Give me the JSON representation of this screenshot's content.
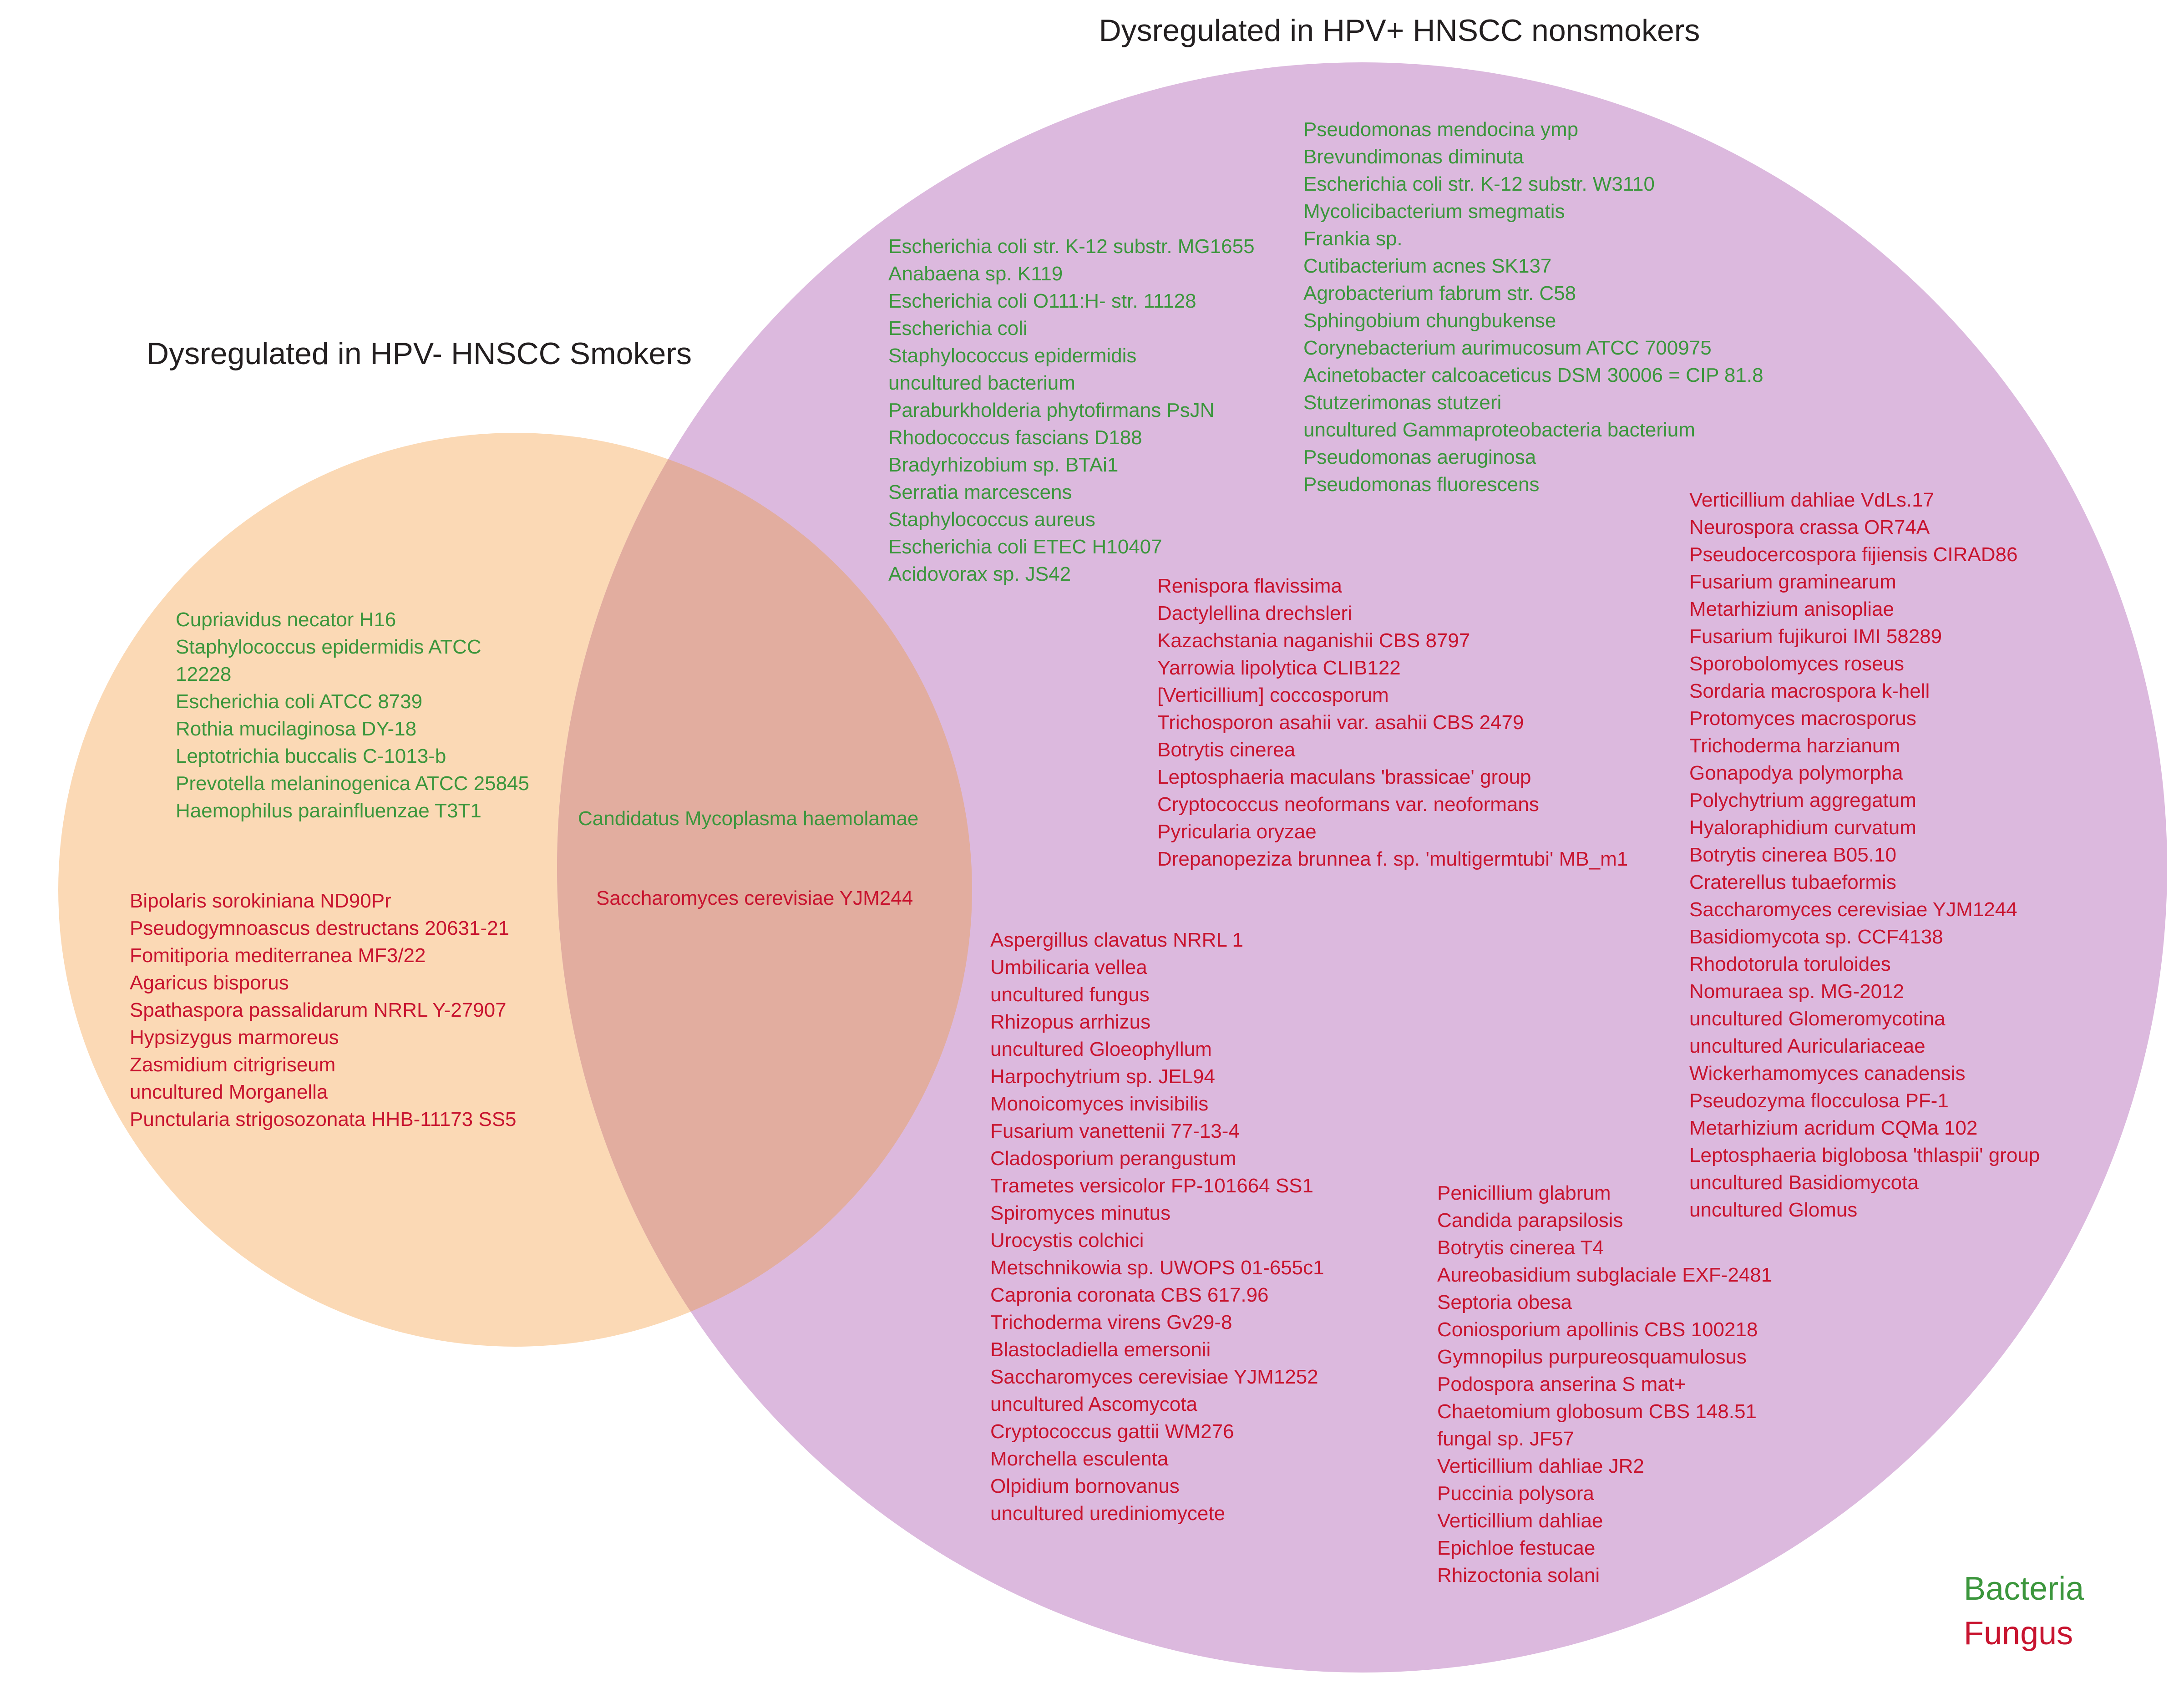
{
  "titles": {
    "nonsmokers": "Dysregulated in HPV+ HNSCC nonsmokers",
    "smokers": "Dysregulated in HPV- HNSCC Smokers"
  },
  "legend": {
    "bacteria": "Bacteria",
    "fungus": "Fungus"
  },
  "colors": {
    "smokers_circle": "#FBD9B5",
    "nonsmokers_circle": "#DCB9DE",
    "overlap": "#E2AD9F",
    "bacteria": "#3B963C",
    "fungus": "#C8142F",
    "title": "#231F20",
    "background": "#FFFFFF"
  },
  "smokers_only": {
    "bacteria": [
      "Cupriavidus necator H16",
      "Staphylococcus epidermidis ATCC\n12228",
      "Escherichia coli ATCC 8739",
      "Rothia mucilaginosa DY-18",
      "Leptotrichia buccalis C-1013-b",
      "Prevotella melaninogenica ATCC 25845",
      "Haemophilus parainfluenzae T3T1"
    ],
    "fungi": [
      "Bipolaris sorokiniana ND90Pr",
      "Pseudogymnoascus destructans 20631-21",
      "Fomitiporia mediterranea MF3/22",
      "Agaricus bisporus",
      "Spathaspora passalidarum NRRL Y-27907",
      "Hypsizygus marmoreus",
      "Zasmidium citrigriseum",
      "uncultured Morganella",
      "Punctularia strigosozonata HHB-11173 SS5"
    ]
  },
  "shared": {
    "bacteria": [
      "Candidatus Mycoplasma haemolamae"
    ],
    "fungi": [
      "Saccharomyces cerevisiae YJM244"
    ]
  },
  "nonsmokers_only": {
    "bacteria_groups": [
      [
        "Escherichia coli str. K-12 substr. MG1655",
        "Anabaena sp. K119",
        "Escherichia coli O111:H- str. 11128",
        "Escherichia coli",
        "Staphylococcus epidermidis",
        "uncultured bacterium",
        "Paraburkholderia phytofirmans PsJN",
        "Rhodococcus fascians D188",
        "Bradyrhizobium sp. BTAi1",
        "Serratia marcescens",
        "Staphylococcus aureus",
        "Escherichia coli ETEC H10407",
        "Acidovorax sp. JS42"
      ],
      [
        "Pseudomonas mendocina ymp",
        "Brevundimonas diminuta",
        "Escherichia coli str. K-12 substr. W3110",
        "Mycolicibacterium smegmatis",
        "Frankia sp.",
        "Cutibacterium acnes SK137",
        "Agrobacterium fabrum str. C58",
        "Sphingobium chungbukense",
        "Corynebacterium aurimucosum ATCC 700975",
        "Acinetobacter calcoaceticus DSM 30006 = CIP 81.8",
        "Stutzerimonas stutzeri",
        "uncultured Gammaproteobacteria bacterium",
        "Pseudomonas aeruginosa",
        "Pseudomonas fluorescens"
      ]
    ],
    "fungi_groups": [
      [
        "Renispora flavissima",
        "Dactylellina drechsleri",
        "Kazachstania naganishii CBS 8797",
        "Yarrowia lipolytica CLIB122",
        "[Verticillium] coccosporum",
        "Trichosporon asahii var. asahii CBS 2479",
        "Botrytis cinerea",
        "Leptosphaeria maculans 'brassicae' group",
        "Cryptococcus neoformans var. neoformans",
        "Pyricularia oryzae",
        "Drepanopeziza brunnea f. sp. 'multigermtubi' MB_m1"
      ],
      [
        "Verticillium dahliae VdLs.17",
        "Neurospora crassa OR74A",
        "Pseudocercospora fijiensis CIRAD86",
        "Fusarium graminearum",
        "Metarhizium anisopliae",
        "Fusarium fujikuroi IMI 58289",
        "Sporobolomyces roseus",
        "Sordaria macrospora k-hell",
        "Protomyces macrosporus",
        "Trichoderma harzianum",
        "Gonapodya polymorpha",
        "Polychytrium aggregatum",
        "Hyaloraphidium curvatum",
        "Botrytis cinerea B05.10",
        "Craterellus tubaeformis",
        "Saccharomyces cerevisiae YJM1244",
        "Basidiomycota sp. CCF4138",
        "Rhodotorula toruloides",
        "Nomuraea sp. MG-2012",
        "uncultured Glomeromycotina",
        "uncultured Auriculariaceae",
        "Wickerhamomyces canadensis",
        "Pseudozyma flocculosa PF-1",
        "Metarhizium acridum CQMa 102",
        "Leptosphaeria biglobosa 'thlaspii' group",
        "uncultured Basidiomycota",
        "uncultured Glomus"
      ],
      [
        "Aspergillus clavatus NRRL 1",
        "Umbilicaria vellea",
        "uncultured fungus",
        "Rhizopus arrhizus",
        "uncultured Gloeophyllum",
        "Harpochytrium sp. JEL94",
        "Monoicomyces invisibilis",
        "Fusarium vanettenii 77-13-4",
        "Cladosporium perangustum",
        "Trametes versicolor FP-101664 SS1",
        "Spiromyces minutus",
        "Urocystis colchici",
        "Metschnikowia sp. UWOPS 01-655c1",
        "Capronia coronata CBS 617.96",
        "Trichoderma virens Gv29-8",
        "Blastocladiella emersonii",
        "Saccharomyces cerevisiae YJM1252",
        "uncultured Ascomycota",
        "Cryptococcus gattii WM276",
        "Morchella esculenta",
        "Olpidium bornovanus",
        "uncultured urediniomycete"
      ],
      [
        "Penicillium glabrum",
        "Candida parapsilosis",
        "Botrytis cinerea T4",
        "Aureobasidium subglaciale EXF-2481",
        "Septoria obesa",
        "Coniosporium apollinis CBS 100218",
        "Gymnopilus purpureosquamulosus",
        "Podospora anserina S mat+",
        "Chaetomium globosum CBS 148.51",
        "fungal sp. JF57",
        "Verticillium dahliae JR2",
        "Puccinia polysora",
        "Verticillium dahliae",
        "Epichloe festucae",
        "Rhizoctonia solani"
      ]
    ]
  }
}
